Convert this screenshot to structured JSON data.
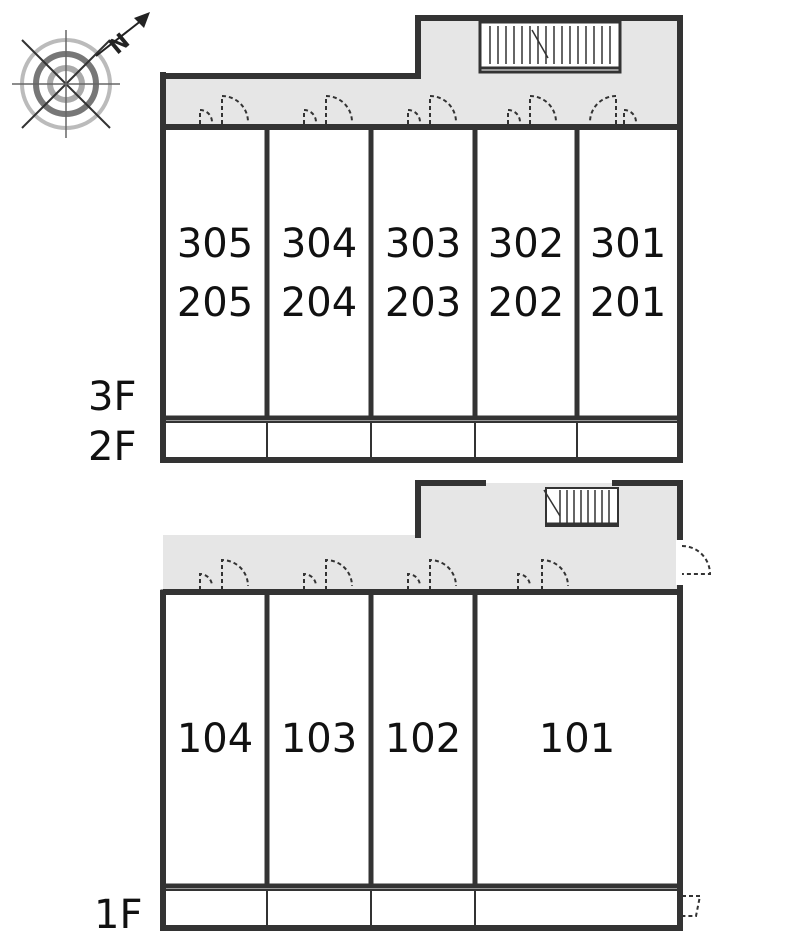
{
  "compass": {
    "north_label": "N",
    "icon": "compass-rose-icon"
  },
  "floors": {
    "upper_labels": [
      "3F",
      "2F"
    ],
    "ground_label": "1F"
  },
  "upper_units": [
    {
      "top": "305",
      "bottom": "205"
    },
    {
      "top": "304",
      "bottom": "204"
    },
    {
      "top": "303",
      "bottom": "203"
    },
    {
      "top": "302",
      "bottom": "202"
    },
    {
      "top": "301",
      "bottom": "201"
    }
  ],
  "ground_units": [
    "104",
    "103",
    "102",
    "101"
  ],
  "colors": {
    "wall": "#333333",
    "corridor": "#e6e6e6",
    "background": "#ffffff"
  }
}
